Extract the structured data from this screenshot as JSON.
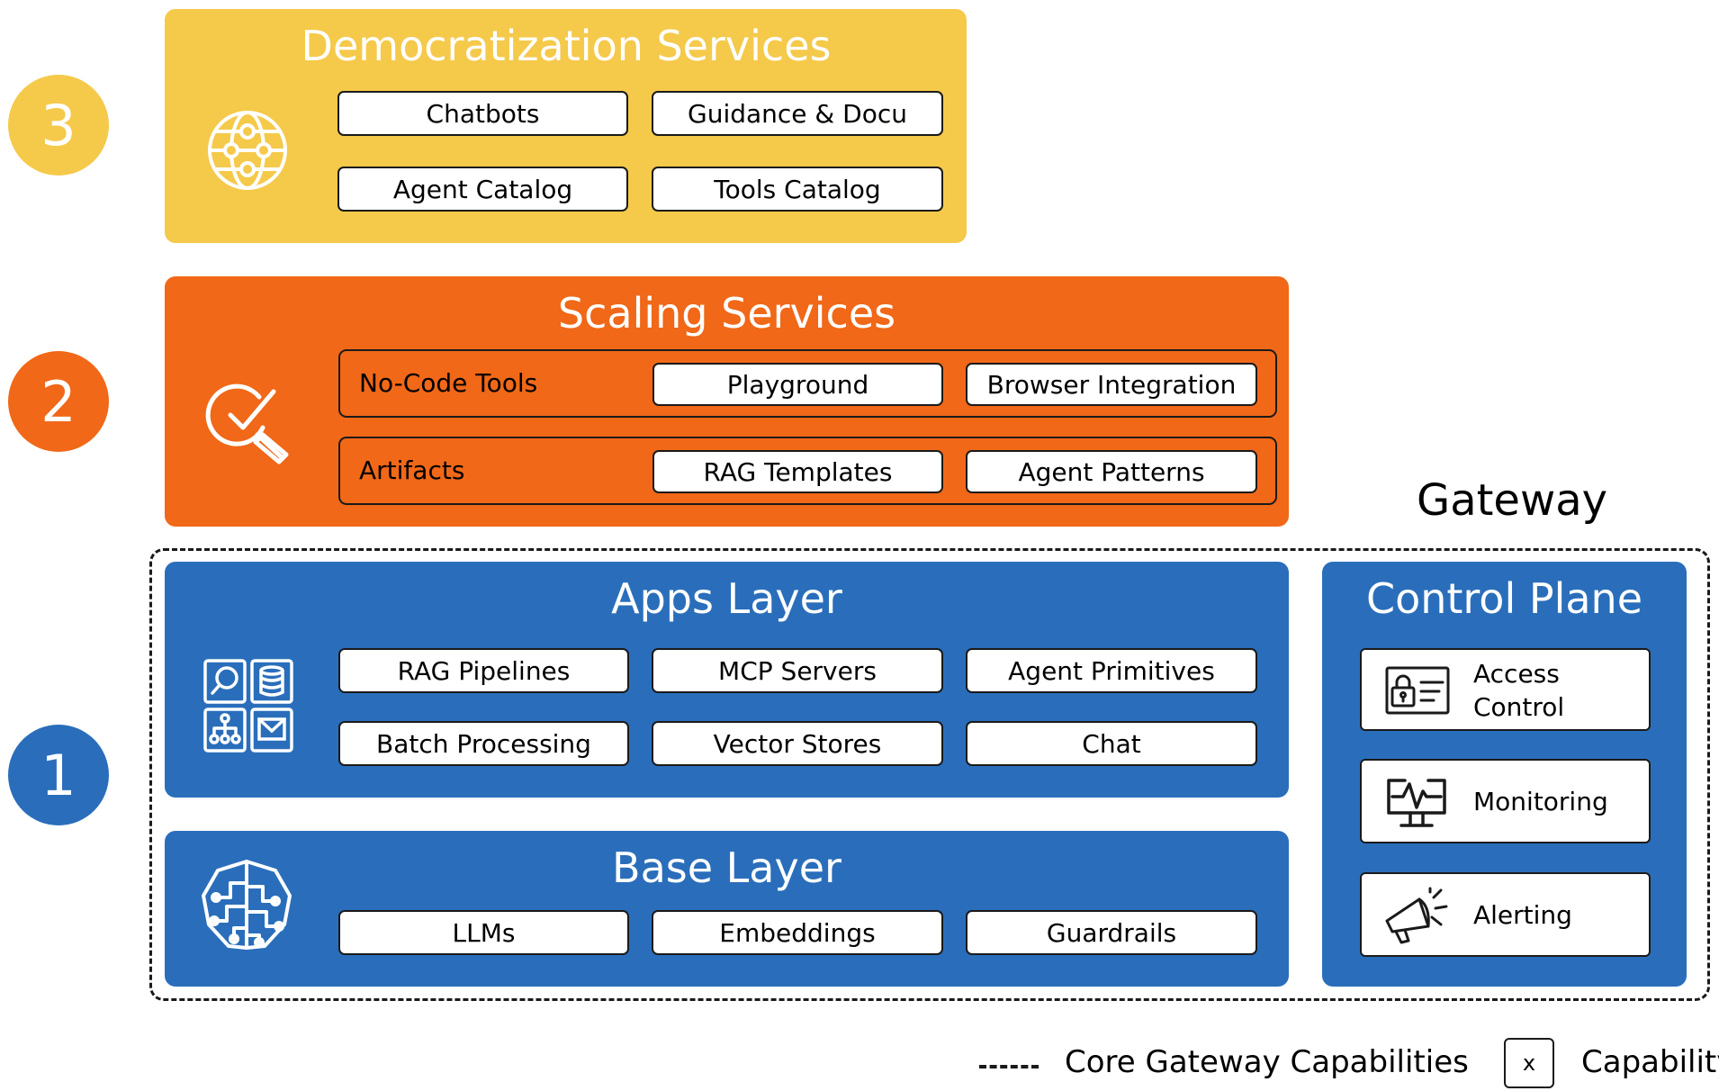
{
  "badges": [
    "3",
    "2",
    "1"
  ],
  "democratization": {
    "title": "Democratization Services",
    "items": [
      "Chatbots",
      "Guidance & Docu",
      "Agent Catalog",
      "Tools Catalog"
    ],
    "icon": "globe-network-icon"
  },
  "scaling": {
    "title": "Scaling Services",
    "icon": "search-check-icon",
    "groups": [
      {
        "label": "No-Code Tools",
        "items": [
          "Playground",
          "Browser Integration"
        ]
      },
      {
        "label": "Artifacts",
        "items": [
          "RAG Templates",
          "Agent Patterns"
        ]
      }
    ]
  },
  "gateway": {
    "label": "Gateway"
  },
  "apps": {
    "title": "Apps Layer",
    "icon": "apps-grid-icon",
    "items": [
      "RAG Pipelines",
      "MCP Servers",
      "Agent Primitives",
      "Batch Processing",
      "Vector Stores",
      "Chat"
    ]
  },
  "base": {
    "title": "Base Layer",
    "icon": "brain-circuit-icon",
    "items": [
      "LLMs",
      "Embeddings",
      "Guardrails"
    ]
  },
  "control_plane": {
    "title": "Control Plane",
    "items": [
      {
        "line1": "Access",
        "line2": "Control",
        "icon": "id-card-lock-icon"
      },
      {
        "line1": "Monitoring",
        "icon": "monitor-pulse-icon"
      },
      {
        "line1": "Alerting",
        "icon": "megaphone-icon"
      }
    ]
  },
  "legend": {
    "dashed_label": "Core Gateway Capabilities",
    "box_symbol": "x",
    "box_label": "Capability"
  },
  "colors": {
    "yellow": "#f5c94a",
    "orange": "#f06818",
    "blue": "#2a6ebb"
  }
}
